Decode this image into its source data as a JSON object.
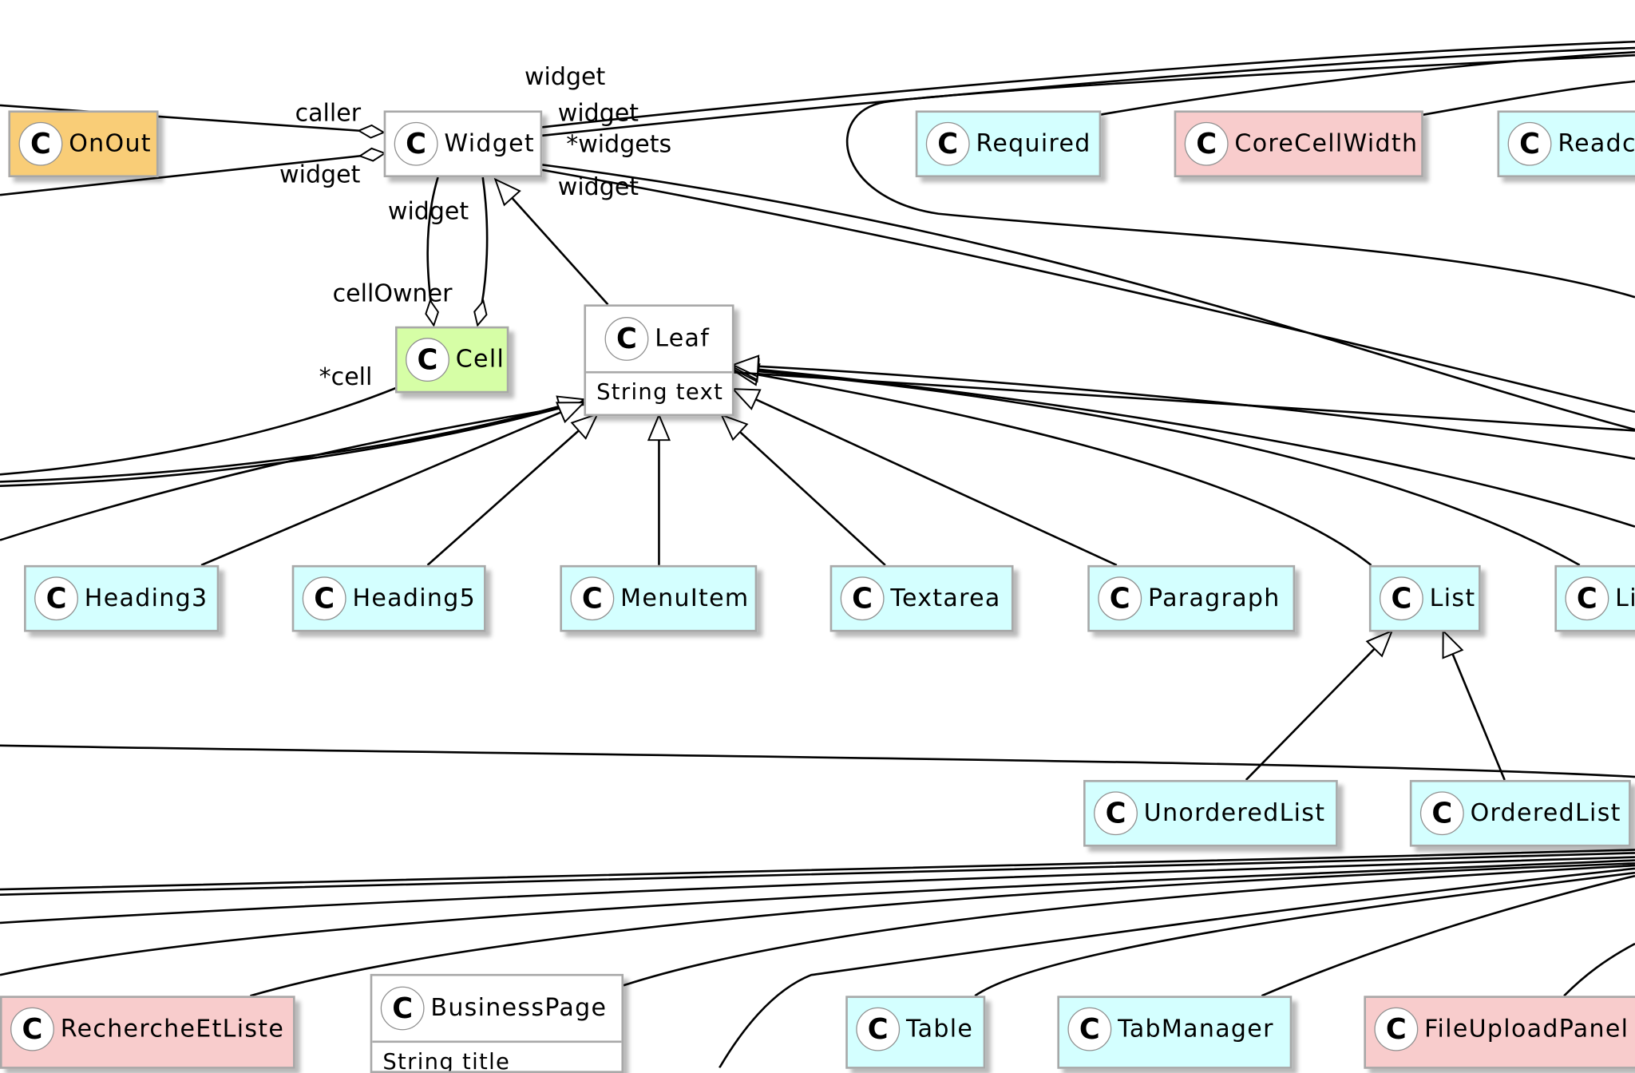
{
  "colors": {
    "default": "#ffffff",
    "cyan": "#d4ffff",
    "pink": "#f8cccc",
    "orange": "#f9cd77",
    "green": "#d6fea6",
    "border": "#a8a8a8",
    "line": "#000000"
  },
  "classes": {
    "onout": {
      "name": "OnOut"
    },
    "widget": {
      "name": "Widget"
    },
    "required": {
      "name": "Required"
    },
    "corecellwidth": {
      "name": "CoreCellWidth"
    },
    "readonly": {
      "name": "Readc"
    },
    "cell": {
      "name": "Cell"
    },
    "leaf": {
      "name": "Leaf",
      "field": "String text"
    },
    "heading3": {
      "name": "Heading3"
    },
    "heading5": {
      "name": "Heading5"
    },
    "menuitem": {
      "name": "MenuItem"
    },
    "textarea": {
      "name": "Textarea"
    },
    "paragraph": {
      "name": "Paragraph"
    },
    "list": {
      "name": "List"
    },
    "listitem": {
      "name": "Li"
    },
    "unorderedlist": {
      "name": "UnorderedList"
    },
    "orderedlist": {
      "name": "OrderedList"
    },
    "rechercheetliste": {
      "name": "RechercheEtListe"
    },
    "businesspage": {
      "name": "BusinessPage",
      "field": "String title"
    },
    "table": {
      "name": "Table"
    },
    "tabmanager": {
      "name": "TabManager"
    },
    "fileuploadpanel": {
      "name": "FileUploadPanel"
    }
  },
  "class_icon": "C",
  "labels": {
    "widget_top": "widget",
    "widget_right": "widget",
    "widgets": "*widgets",
    "widget_right_low": "widget",
    "caller": "caller",
    "widget_left": "widget",
    "widget_below": "widget",
    "cell_owner": "cellOwner",
    "cell_many": "*cell"
  }
}
